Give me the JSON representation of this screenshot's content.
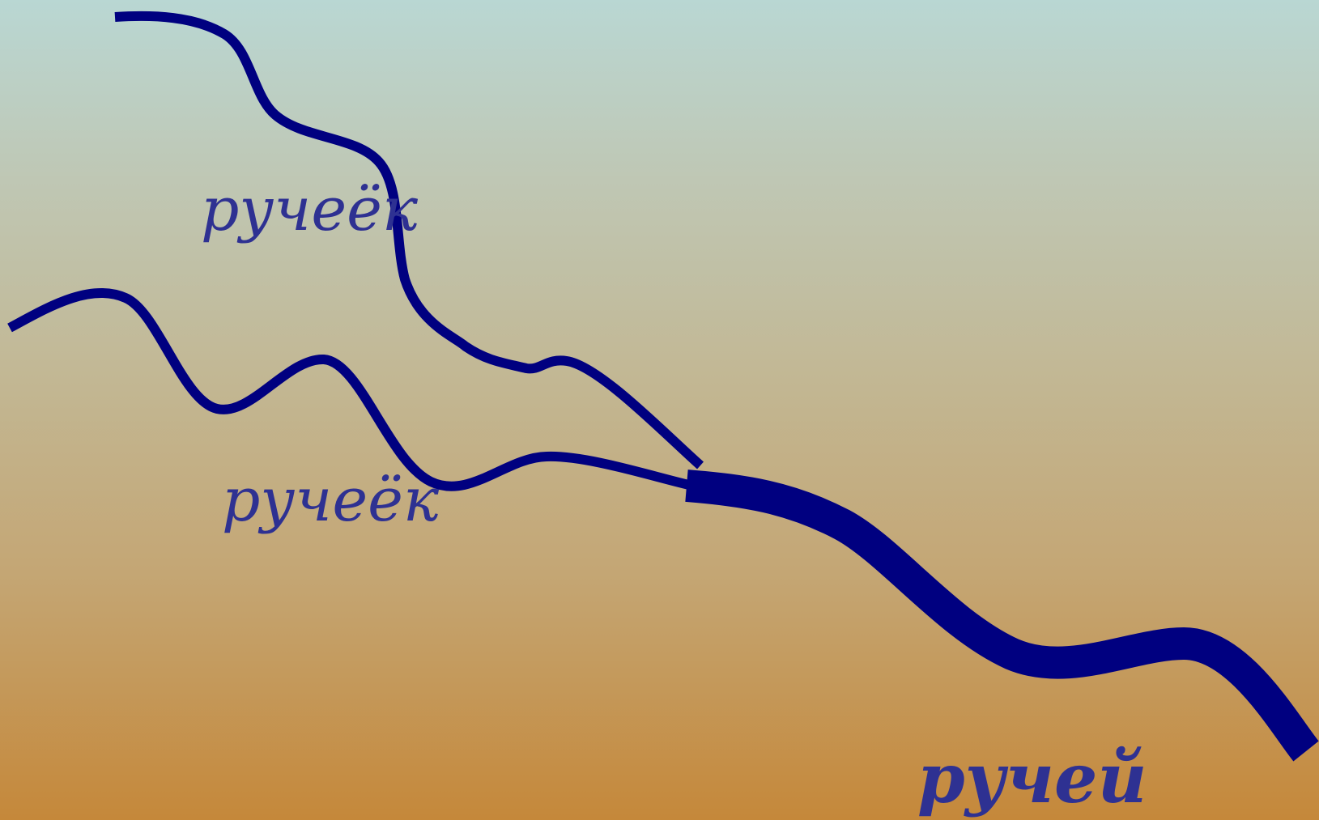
{
  "labels": {
    "upper_stream": "ручеёк",
    "lower_stream": "ручеёк",
    "main_stream": "ручей"
  },
  "colors": {
    "stream": "#000080",
    "label_text": "#2e3192",
    "background_top": "#b9d7d3",
    "background_bottom": "#c5883a"
  }
}
